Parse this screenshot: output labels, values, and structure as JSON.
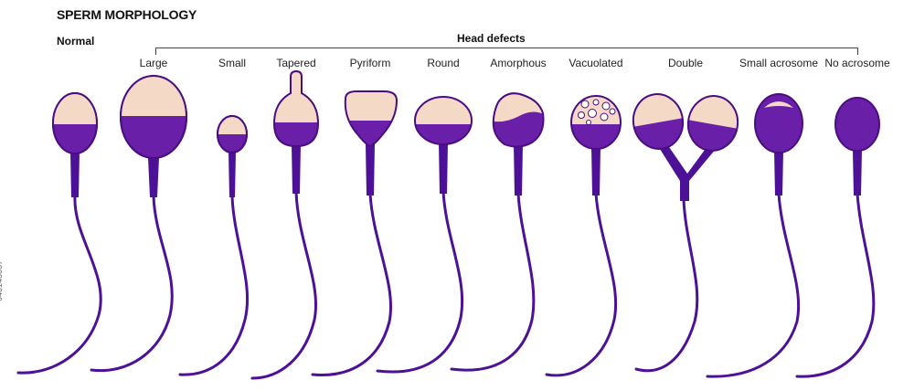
{
  "title": "SPERM MORPHOLOGY",
  "normal_label": "Normal",
  "group_label": "Head defects",
  "defects": [
    {
      "label": "Large"
    },
    {
      "label": "Small"
    },
    {
      "label": "Tapered"
    },
    {
      "label": "Pyriform"
    },
    {
      "label": "Round"
    },
    {
      "label": "Amorphous"
    },
    {
      "label": "Vacuolated"
    },
    {
      "label": "Double"
    },
    {
      "label": "Small acrosome"
    },
    {
      "label": "No acrosome"
    }
  ],
  "side_id": "640143087",
  "colors": {
    "head": "#6a1fa8",
    "head_outline": "#4a0d82",
    "acrosome": "#f4d9c6",
    "tail": "#4c1196",
    "text": "#111111"
  }
}
